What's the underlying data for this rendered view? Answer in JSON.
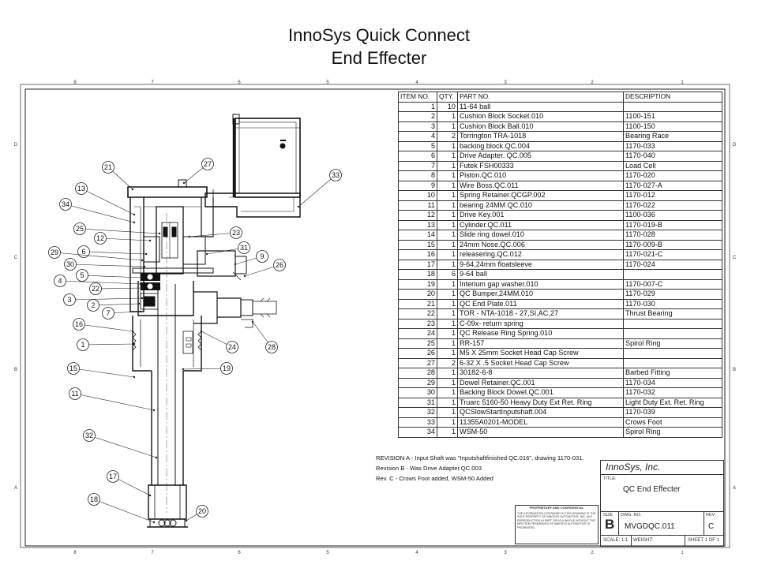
{
  "slide": {
    "title_line1": "InnoSys Quick Connect",
    "title_line2": "End Effecter"
  },
  "sheet_grid": {
    "columns": [
      "8",
      "7",
      "6",
      "5",
      "4",
      "3",
      "2",
      "1"
    ],
    "rows": [
      "D",
      "C",
      "B",
      "A"
    ]
  },
  "bom": {
    "headers": {
      "item": "ITEM NO.",
      "qty": "QTY.",
      "part": "PART NO.",
      "desc": "DESCRIPTION"
    },
    "rows": [
      {
        "item": "1",
        "qty": "10",
        "part": "11-64 ball",
        "desc": ""
      },
      {
        "item": "2",
        "qty": "1",
        "part": "Cushion Block Socket.010",
        "desc": "1100-151"
      },
      {
        "item": "3",
        "qty": "1",
        "part": "Cushion Block Ball.010",
        "desc": "1100-150"
      },
      {
        "item": "4",
        "qty": "2",
        "part": "Torrington TRA-1018",
        "desc": "Bearing Race"
      },
      {
        "item": "5",
        "qty": "1",
        "part": "backing block.QC.004",
        "desc": "1170-033"
      },
      {
        "item": "6",
        "qty": "1",
        "part": "Drive Adapter. QC.005",
        "desc": "1170-040"
      },
      {
        "item": "7",
        "qty": "1",
        "part": "Futek FSH00333",
        "desc": "Load Cell"
      },
      {
        "item": "8",
        "qty": "1",
        "part": "Piston.QC.010",
        "desc": "1170-020"
      },
      {
        "item": "9",
        "qty": "1",
        "part": "Wire Boss.QC.011",
        "desc": "1170-027-A"
      },
      {
        "item": "10",
        "qty": "1",
        "part": "Spring Retainer.QCGP.002",
        "desc": "1170-012"
      },
      {
        "item": "11",
        "qty": "1",
        "part": "bearing 24MM QC.010",
        "desc": "1170-022"
      },
      {
        "item": "12",
        "qty": "1",
        "part": "Drive Key.001",
        "desc": "1100-036"
      },
      {
        "item": "13",
        "qty": "1",
        "part": "Cylinder.QC.011",
        "desc": "1170-019-B"
      },
      {
        "item": "14",
        "qty": "1",
        "part": "Slide ring dowel.010",
        "desc": "1170-028"
      },
      {
        "item": "15",
        "qty": "1",
        "part": "24mm Nose.QC.006",
        "desc": "1170-009-B"
      },
      {
        "item": "16",
        "qty": "1",
        "part": "releasering.QC.012",
        "desc": "1170-021-C"
      },
      {
        "item": "17",
        "qty": "1",
        "part": "9-64,24mm floatsleeve",
        "desc": "1170-024"
      },
      {
        "item": "18",
        "qty": "6",
        "part": "9-64  ball",
        "desc": ""
      },
      {
        "item": "19",
        "qty": "1",
        "part": "Interium gap washer.010",
        "desc": "1170-007-C"
      },
      {
        "item": "20",
        "qty": "1",
        "part": "QC Bumper.24MM.010",
        "desc": "1170-029"
      },
      {
        "item": "21",
        "qty": "1",
        "part": "QC End Plate.011",
        "desc": "1170-030"
      },
      {
        "item": "22",
        "qty": "1",
        "part": "TOR - NTA-1018 - 27,SI,AC,27",
        "desc": "Thrust Bearing"
      },
      {
        "item": "23",
        "qty": "1",
        "part": "C-09x- return spring",
        "desc": ""
      },
      {
        "item": "24",
        "qty": "1",
        "part": "QC Release Ring Spring.010",
        "desc": ""
      },
      {
        "item": "25",
        "qty": "1",
        "part": "RR-157",
        "desc": "Spirol Ring"
      },
      {
        "item": "26",
        "qty": "1",
        "part": "M5 X 25mm Socket Head Cap Screw",
        "desc": ""
      },
      {
        "item": "27",
        "qty": "2",
        "part": "6-32 X .5 Socket Head Cap Screw",
        "desc": ""
      },
      {
        "item": "28",
        "qty": "1",
        "part": "30182-6-8",
        "desc": "Barbed Fitting"
      },
      {
        "item": "29",
        "qty": "1",
        "part": "Dowel Retainer.QC.001",
        "desc": "1170-034"
      },
      {
        "item": "30",
        "qty": "1",
        "part": "Backing Block Dowel.QC.001",
        "desc": "1170-032"
      },
      {
        "item": "31",
        "qty": "1",
        "part": "Truarc 5160-50 Heavy Duty Ext Ret. Ring",
        "desc": "Light Duty Ext. Ret. Ring"
      },
      {
        "item": "32",
        "qty": "1",
        "part": "QCSlowStartInputshaft.004",
        "desc": "1170-039"
      },
      {
        "item": "33",
        "qty": "1",
        "part": "11355A0201-MODEL",
        "desc": "Crows Foot"
      },
      {
        "item": "34",
        "qty": "1",
        "part": "WSM-50",
        "desc": "Spirol Ring"
      }
    ]
  },
  "revisions": [
    "REVISION A - Input Shaft was \"Inputshaftfinished QC.016\", drawing 1170-031.",
    "Revision B - Was Drive Adapter.QC.003",
    "Rev. C - Crows Foot added, WSM-50 Added"
  ],
  "proprietary": {
    "heading": "PROPRIETARY AND CONFIDENTIAL",
    "body": "THE INFORMATION CONTAINED IN THIS DRAWING IS THE SOLE PROPERTY OF INNOSYS AUTOMOTIVE, INC. ANY REPRODUCTION IN PART OR AS A WHOLE WITHOUT THE WRITTEN PERMISSION OF INNOSYS AUTOMOTIVE IS PROHIBITED."
  },
  "title_block": {
    "company": "InnoSys, Inc.",
    "title_label": "TITLE:",
    "title": "QC End Effecter",
    "size_label": "SIZE",
    "size": "B",
    "dwg_label": "DWG.  NO.",
    "dwg_no": "MVGDQC.011",
    "rev_label": "REV",
    "rev": "C",
    "scale": "SCALE: 1:1",
    "weight": "WEIGHT:",
    "sheet": "SHEET 1 OF 1"
  },
  "balloons": [
    "21",
    "27",
    "13",
    "34",
    "25",
    "12",
    "6",
    "29",
    "30",
    "5",
    "4",
    "22",
    "3",
    "2",
    "7",
    "16",
    "1",
    "15",
    "11",
    "32",
    "17",
    "18",
    "23",
    "31",
    "9",
    "26",
    "24",
    "28",
    "19",
    "20",
    "33"
  ]
}
